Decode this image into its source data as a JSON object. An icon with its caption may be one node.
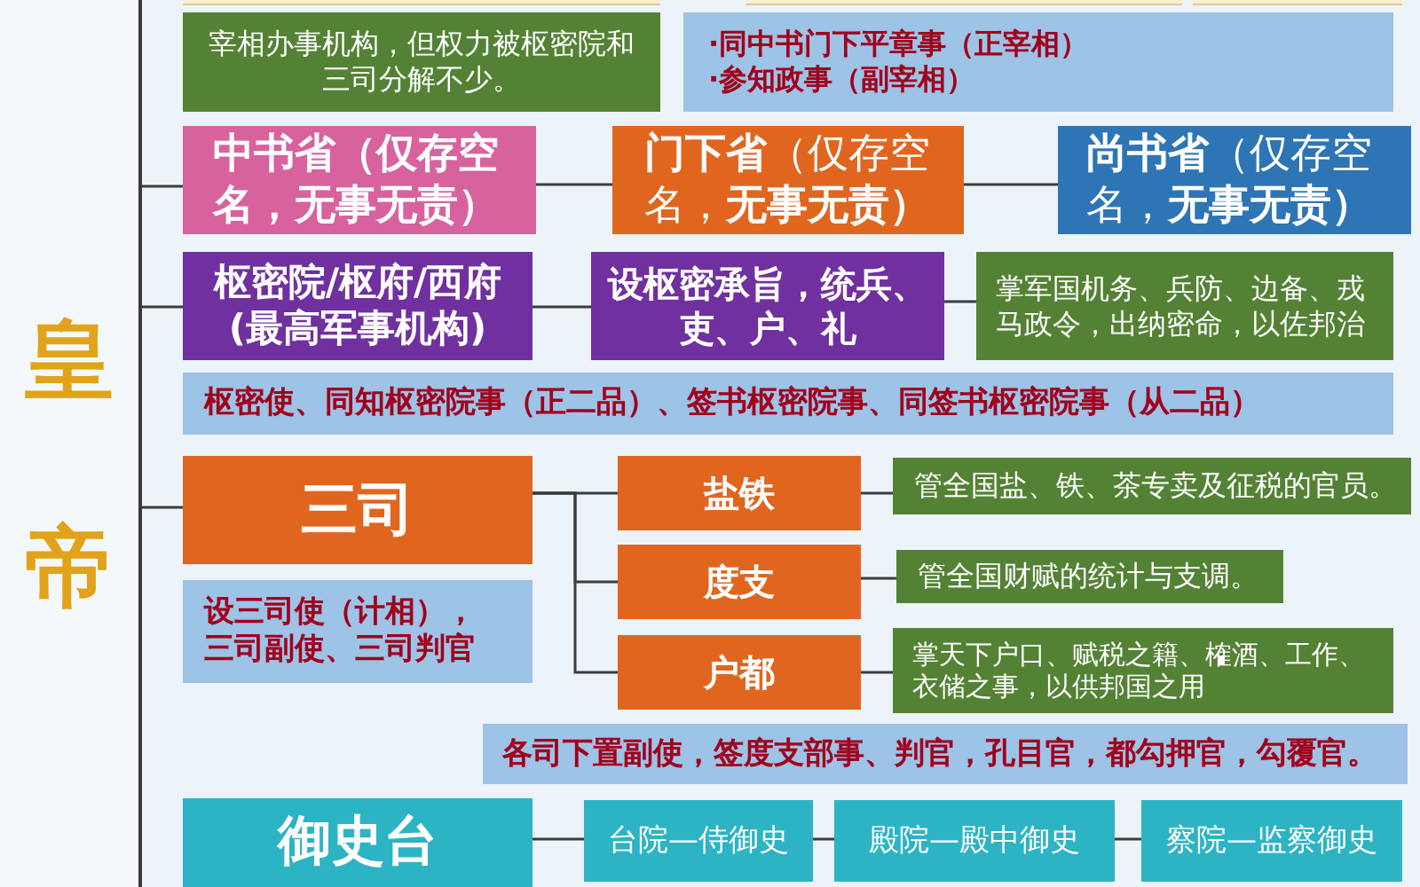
{
  "diagram": {
    "nodes": [
      {
        "text": [
          "皇帝"
        ]
      },
      {
        "text": [
          "宰相办事机构，但权力被枢密院和三司分解不少。"
        ]
      },
      {
        "text": [
          "·同中书门下平章事（正宰相）",
          "·参知政事（副宰相）"
        ]
      },
      {
        "text": [
          "中书省（仅存空名，无事无责）"
        ]
      },
      {
        "text": [
          "**门下省**（仅存空名，**无事无责）**"
        ]
      },
      {
        "text": [
          "**尚书省**（仅存空名，**无事无责）**"
        ]
      },
      {
        "text": [
          "枢密院/枢府/西府(最高军事机构)"
        ]
      },
      {
        "text": [
          "设枢密承旨，统兵、吏、户、礼"
        ]
      },
      {
        "text": [
          "掌军国机务、兵防、边备、戎马政令，出纳密命，以佐邦治"
        ]
      },
      {
        "text": [
          "枢密使、同知枢密院事（正二品）、签书枢密院事、同签书枢密院事（从二品）"
        ]
      },
      {
        "text": [
          "三司"
        ]
      },
      {
        "text": [
          "设三司使（计相），三司副使、三司判官"
        ]
      },
      {
        "text": [
          "盐铁"
        ]
      },
      {
        "text": [
          "度支"
        ]
      },
      {
        "text": [
          "户都"
        ]
      },
      {
        "text": [
          "管全国盐、铁、茶专卖及征税的官员。"
        ]
      },
      {
        "text": [
          "管全国财赋的统计与支调。"
        ]
      },
      {
        "text": [
          "掌天下户口、赋税之籍、榷酒、工作、衣储之事，以供邦国之用"
        ]
      },
      {
        "text": [
          "各司下置副使，签度支部事、判官，孔目官，都勾押官，勾覆官。"
        ]
      },
      {
        "text": [
          "御史台"
        ]
      },
      {
        "text": [
          "台院—侍御史"
        ]
      },
      {
        "text": [
          "殿院—殿中御史"
        ]
      },
      {
        "text": [
          "察院—监察御史"
        ]
      }
    ],
    "edges": [
      {
        "from": 0,
        "to": 3,
        "arrow": "none"
      },
      {
        "from": 3,
        "to": 4,
        "arrow": "none"
      },
      {
        "from": 4,
        "to": 5,
        "arrow": "none"
      },
      {
        "from": 0,
        "to": 6,
        "arrow": "none"
      },
      {
        "from": 6,
        "to": 7,
        "arrow": "none"
      },
      {
        "from": 7,
        "to": 8,
        "arrow": "none"
      },
      {
        "from": 0,
        "to": 10,
        "arrow": "none"
      },
      {
        "from": 10,
        "to": 12,
        "arrow": "none"
      },
      {
        "from": 10,
        "to": 13,
        "arrow": "none"
      },
      {
        "from": 10,
        "to": 14,
        "arrow": "none"
      },
      {
        "from": 12,
        "to": 15,
        "arrow": "none"
      },
      {
        "from": 13,
        "to": 16,
        "arrow": "none"
      },
      {
        "from": 14,
        "to": 17,
        "arrow": "none"
      },
      {
        "from": 19,
        "to": 20,
        "arrow": "none"
      },
      {
        "from": 20,
        "to": 21,
        "arrow": "none"
      },
      {
        "from": 21,
        "to": 22,
        "arrow": "none"
      }
    ]
  }
}
